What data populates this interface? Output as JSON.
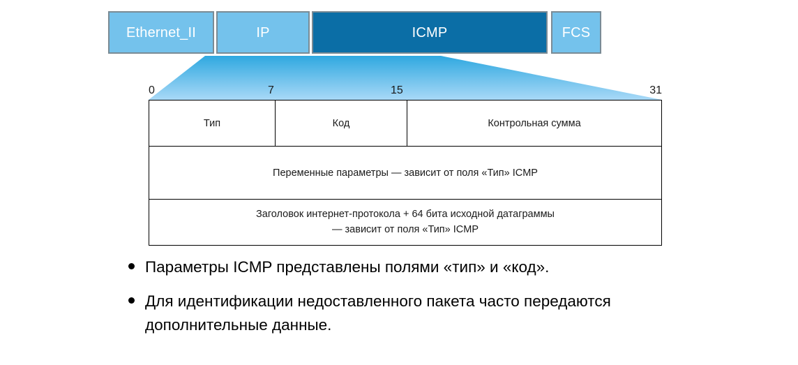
{
  "colors": {
    "light_blue": "#74c2ec",
    "dark_blue": "#0b6ea6",
    "box_border": "#7a8b95",
    "table_border": "#000000",
    "text": "#1a1a1a",
    "background": "#ffffff"
  },
  "frame_strip": {
    "cells": [
      {
        "label": "Ethernet_II",
        "shade": "light"
      },
      {
        "label": "IP",
        "shade": "light"
      },
      {
        "label": "ICMP",
        "shade": "dark"
      },
      {
        "label": "FCS",
        "shade": "light"
      }
    ]
  },
  "bit_ruler": {
    "labels": [
      "0",
      "7",
      "15",
      "31"
    ]
  },
  "header_table": {
    "rows": [
      {
        "cells": [
          {
            "text": "Тип"
          },
          {
            "text": "Код"
          },
          {
            "text": "Контрольная сумма"
          }
        ]
      },
      {
        "cells": [
          {
            "text": "Переменные параметры — зависит от поля «Тип» ICMP"
          }
        ]
      },
      {
        "cells": [
          {
            "line1": "Заголовок интернет-протокола + 64 бита исходной датаграммы",
            "line2": "— зависит от поля «Тип» ICMP"
          }
        ]
      }
    ]
  },
  "bullets": {
    "items": [
      {
        "text": "Параметры ICMP представлены полями «тип» и «код»."
      },
      {
        "text": "Для идентификации недоставленного пакета часто передаются дополнительные данные."
      }
    ]
  }
}
